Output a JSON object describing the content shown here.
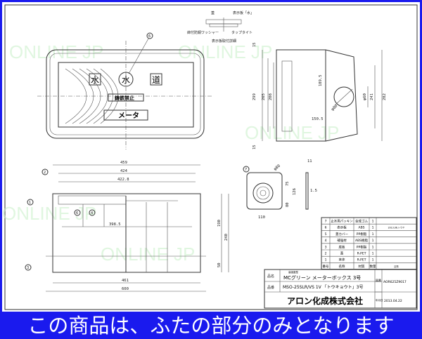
{
  "watermark": "ONLINE JP",
  "callouts": {
    "c1": "1",
    "c2": "2",
    "c3": "3",
    "c4": "4",
    "c6": "6",
    "c7": "7"
  },
  "detail": {
    "lid": "蓋",
    "display_plate": "表示板「水」",
    "washer": "締付防錆ワッシャー",
    "tapping_screw": "タップタイト",
    "plate_fixing": "表示板取付詳細"
  },
  "lid_marks": {
    "water1": "水",
    "water2": "水",
    "road": "道",
    "notice": "鋳鉄禁止",
    "meter": "メータ"
  },
  "dimensions": {
    "side": [
      "459",
      "424",
      "422.8",
      "398.5",
      "190",
      "240",
      "50",
      "461",
      "600"
    ],
    "end": [
      "15",
      "15",
      "299",
      "265",
      "208",
      "189.5",
      "150.5",
      "φ80",
      "φ60",
      "241",
      "282"
    ],
    "part7": [
      "φ80",
      "11",
      "1.5",
      "75",
      "126",
      "80",
      "110"
    ]
  },
  "parts_table": {
    "header": [
      "番号",
      "名称",
      "材質",
      "数量",
      "記事"
    ],
    "rows": [
      [
        "7",
        "止水用パッキン",
        "合成ゴム",
        "1",
        ""
      ],
      [
        "6",
        "表示板",
        "ABS",
        "1",
        "2013.06.トウヤ"
      ],
      [
        "5",
        "蓋カバー",
        "PP樹脂",
        "1",
        ""
      ],
      [
        "4",
        "補強材",
        "ABS樹脂",
        "1",
        ""
      ],
      [
        "3",
        "底板",
        "PP樹脂",
        "1",
        ""
      ],
      [
        "2",
        "蓋",
        "R-PET",
        "1",
        ""
      ],
      [
        "1",
        "本体",
        "R-PET",
        "1",
        ""
      ]
    ]
  },
  "title_block": {
    "name_label": "品名",
    "name_sub": "高強度型",
    "name": "MCグリーン メーターボックス 3号",
    "code_label": "品番",
    "code": "MSO-25SLR/VS 1V 「トウキョウト」3号",
    "drawing_no_label": "図番",
    "drawing_no": "AOR625Z9017",
    "date_label": "年月日",
    "date": "2013.04.22",
    "company": "アロン化成株式会社"
  },
  "banner": {
    "text": "この商品は、ふたの部分のみとなります",
    "background": "#1a1aee",
    "color": "#ffffff"
  }
}
